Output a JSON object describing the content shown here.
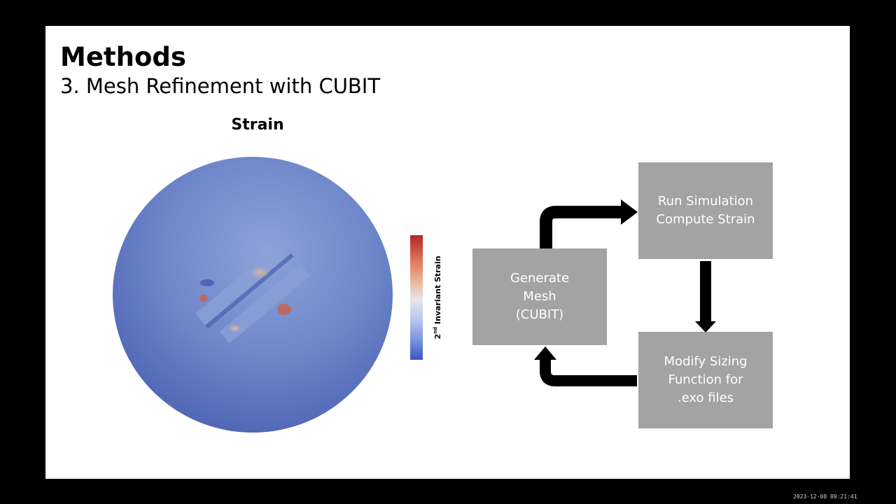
{
  "slide": {
    "title": "Methods",
    "subtitle": "3. Mesh Refinement with CUBIT"
  },
  "figure": {
    "title": "Strain",
    "colorbar_label_sup": "nd",
    "colorbar_label_prefix": "2",
    "colorbar_label_rest": " Invariant Strain",
    "colors": {
      "high": "#b2272a",
      "mid": "#e6e6ea",
      "low": "#3d55c4",
      "sphere": "#6d86c9"
    }
  },
  "flow": {
    "generate_mesh": [
      "Generate",
      "Mesh",
      "(CUBIT)"
    ],
    "run_simulation": [
      "Run Simulation",
      "Compute Strain"
    ],
    "modify_sizing": [
      "Modify Sizing",
      "Function for",
      ".exo files"
    ],
    "box_color": "#a3a3a3",
    "arrow_color": "#000000"
  },
  "timestamp": "2023-12-08  09:21:41"
}
